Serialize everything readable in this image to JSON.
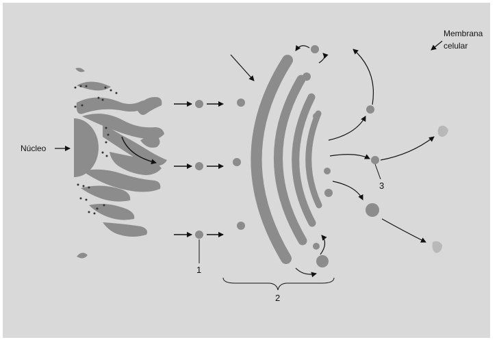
{
  "labels": {
    "nucleus": "Núcleo",
    "membrane_line1": "Membrana",
    "membrane_line2": "celular",
    "num1": "1",
    "num2": "2",
    "num3": "3"
  },
  "colors": {
    "panel_bg": "#d9d9d9",
    "organelle": "#8c8c8c",
    "vesicle_light": "#b8b8b8",
    "ink": "#111111"
  }
}
